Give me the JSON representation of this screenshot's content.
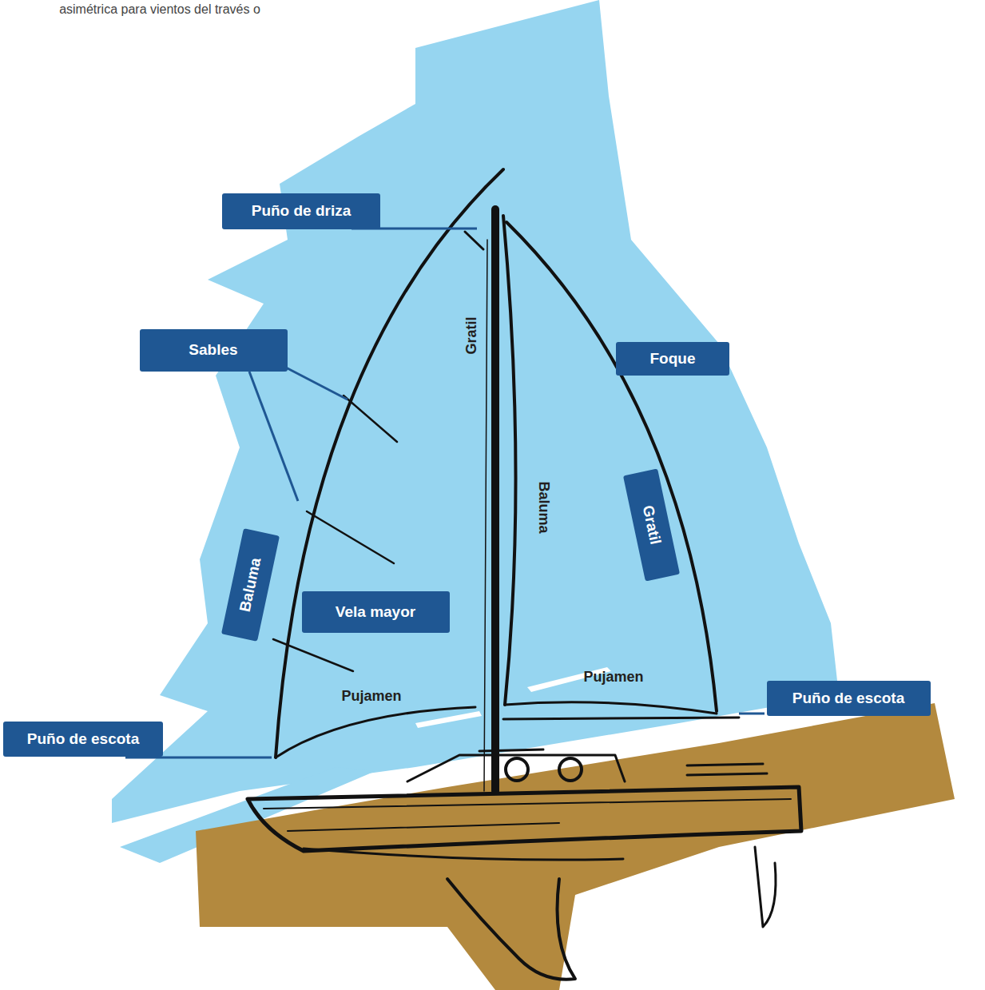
{
  "diagram": {
    "nodes": [
      {
        "text": [
          "Puño de driza"
        ]
      },
      {
        "text": [
          "Sables"
        ]
      },
      {
        "text": [
          "Foque"
        ]
      },
      {
        "text": [
          "Gratil"
        ]
      },
      {
        "text": [
          "Baluma"
        ]
      },
      {
        "text": [
          "Vela mayor"
        ]
      },
      {
        "text": [
          "Puño de escota"
        ]
      },
      {
        "text": [
          "Puño de escota"
        ]
      }
    ],
    "labels": [
      "asimétrica para vientos del través o",
      "Gratil",
      "Baluma",
      "Pujamen",
      "Pujamen"
    ]
  }
}
